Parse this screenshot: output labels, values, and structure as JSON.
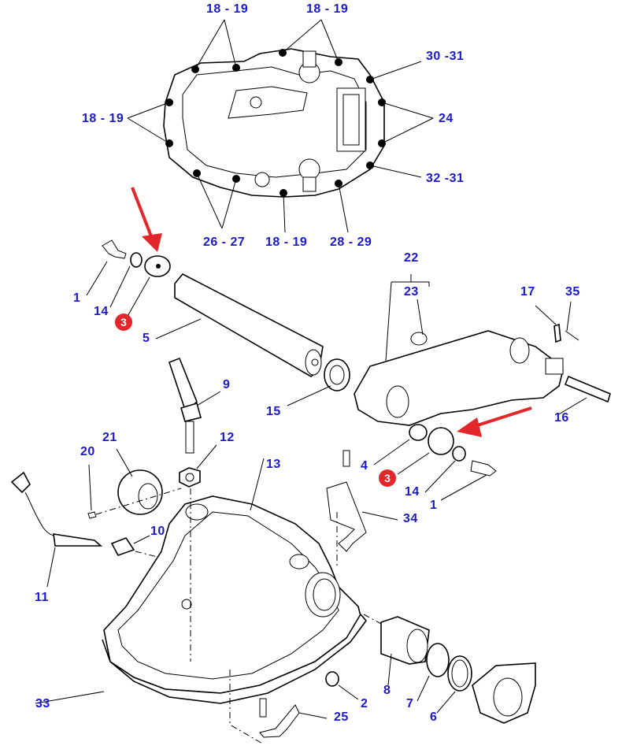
{
  "diagram": {
    "title": "Exploded parts diagram - rear lift housing cover assembly",
    "label_color": "#1a1acc",
    "highlight_color": "#e3262a",
    "callouts": [
      {
        "id": "c-top-left-1",
        "text": "18 - 19"
      },
      {
        "id": "c-top-mid-1",
        "text": "18 - 19"
      },
      {
        "id": "c-30-31",
        "text": "30 -31"
      },
      {
        "id": "c-left-18-19",
        "text": "18 - 19"
      },
      {
        "id": "c-24",
        "text": "24"
      },
      {
        "id": "c-32-31",
        "text": "32 -31"
      },
      {
        "id": "c-26-27",
        "text": "26 - 27"
      },
      {
        "id": "c-bottom-18-19",
        "text": "18 - 19"
      },
      {
        "id": "c-28-29",
        "text": "28 - 29"
      },
      {
        "id": "c-1-left",
        "text": "1"
      },
      {
        "id": "c-14-left",
        "text": "14"
      },
      {
        "id": "c-5",
        "text": "5"
      },
      {
        "id": "c-22",
        "text": "22"
      },
      {
        "id": "c-23",
        "text": "23"
      },
      {
        "id": "c-17",
        "text": "17"
      },
      {
        "id": "c-35",
        "text": "35"
      },
      {
        "id": "c-9",
        "text": "9"
      },
      {
        "id": "c-15",
        "text": "15"
      },
      {
        "id": "c-16",
        "text": "16"
      },
      {
        "id": "c-21",
        "text": "21"
      },
      {
        "id": "c-20",
        "text": "20"
      },
      {
        "id": "c-12",
        "text": "12"
      },
      {
        "id": "c-13",
        "text": "13"
      },
      {
        "id": "c-4",
        "text": "4"
      },
      {
        "id": "c-14-right",
        "text": "14"
      },
      {
        "id": "c-1-right",
        "text": "1"
      },
      {
        "id": "c-34",
        "text": "34"
      },
      {
        "id": "c-10",
        "text": "10"
      },
      {
        "id": "c-11",
        "text": "11"
      },
      {
        "id": "c-33",
        "text": "33"
      },
      {
        "id": "c-2",
        "text": "2"
      },
      {
        "id": "c-25",
        "text": "25"
      },
      {
        "id": "c-8",
        "text": "8"
      },
      {
        "id": "c-7",
        "text": "7"
      },
      {
        "id": "c-6",
        "text": "6"
      }
    ],
    "highlighted_badges": [
      {
        "id": "badge-left",
        "text": "3"
      },
      {
        "id": "badge-right",
        "text": "3"
      }
    ]
  }
}
